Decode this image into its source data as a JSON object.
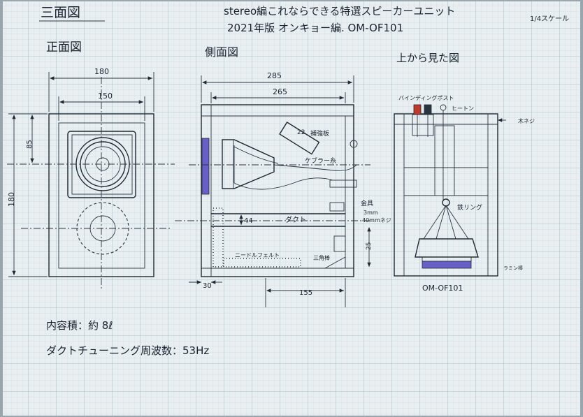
{
  "sheet_title": "三面図",
  "header": {
    "line1": "stereo編これならできる特選スピーカーユニット",
    "line2": "2021年版 オンキョー編. OM-OF101",
    "scale": "1/4スケール"
  },
  "views": {
    "front": "正面図",
    "side": "側面図",
    "top": "上から見た図"
  },
  "dimensions": {
    "width_outer": "180",
    "width_inner": "150",
    "height_total": "180",
    "height_speaker": "85",
    "depth_outer": "285",
    "depth_inner": "265",
    "panel_30": "30",
    "duct_44": "44",
    "duct_155": "155",
    "side_25": "25",
    "angle_22": "22"
  },
  "side_labels": {
    "reinforce_plate": "補強板",
    "cable": "ケブラー糸",
    "bracket": "金具",
    "screw": "3mm",
    "screw_note": "40mmネジ",
    "duct": "ダクト",
    "felt": "ニードルフェルト",
    "tri_bar": "三角棒"
  },
  "top_labels": {
    "binding_post": "バインディングポスト",
    "hook": "ヒートン",
    "wood_screw": "木ネジ",
    "iron_ring": "鉄リング",
    "model": "OM-OF101",
    "corner": "ラミン棒"
  },
  "specs": {
    "volume": "内容積：約 8ℓ",
    "tuning": "ダクトチューニング周波数：53Hz"
  },
  "colors": {
    "paper": "#e9eef1",
    "grid_minor": "#bcd3de",
    "grid_major": "#8fb3c6",
    "ink": "#1f2933",
    "magnet": "#6a5fc9",
    "red_post": "#c0392b"
  }
}
